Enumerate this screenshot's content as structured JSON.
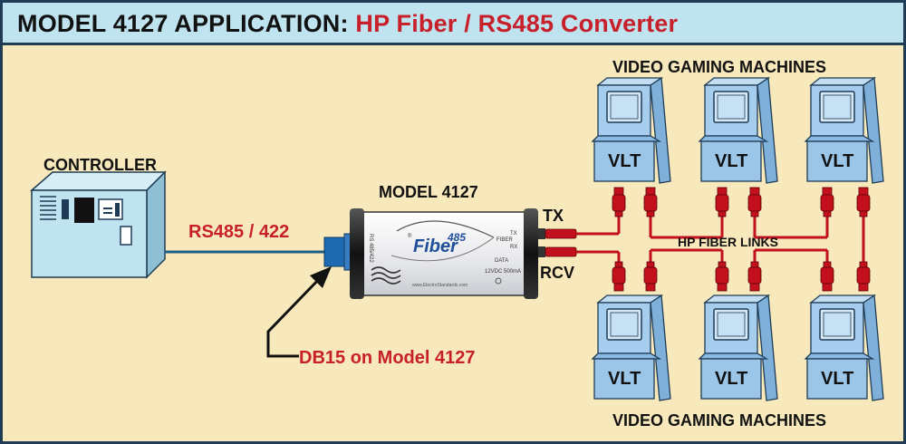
{
  "header": {
    "title_prefix": "MODEL 4127 APPLICATION: ",
    "title_highlight": "HP Fiber / RS485 Converter"
  },
  "labels": {
    "controller": "CONTROLLER",
    "model": "MODEL 4127",
    "rs485": "RS485 / 422",
    "db15": "DB15 on Model 4127",
    "tx": "TX",
    "rcv": "RCV",
    "fiber_links": "HP FIBER LINKS",
    "video_top": "VIDEO GAMING MACHINES",
    "video_bottom": "VIDEO GAMING MACHINES"
  },
  "device": {
    "brand": "Fiber",
    "brand_sup": "485",
    "side_text": "RS 485/422",
    "fiber_tx": "TX",
    "fiber_label": "FIBER",
    "fiber_rx": "RX",
    "data_label": "DATA",
    "power_label": "12VDC 500mA",
    "website": "www.ElectroStandards.com"
  },
  "machines": [
    {
      "label": "VLT"
    },
    {
      "label": "VLT"
    },
    {
      "label": "VLT"
    },
    {
      "label": "VLT"
    },
    {
      "label": "VLT"
    },
    {
      "label": "VLT"
    }
  ],
  "colors": {
    "red_text": "#c8202a",
    "fiber": "#c2101c",
    "cable": "#1e5e86",
    "machine": "#9cc6e8",
    "controller": "#bfe3ef",
    "bg": "#f8e9bc",
    "header_bg": "#bfe3ef"
  }
}
